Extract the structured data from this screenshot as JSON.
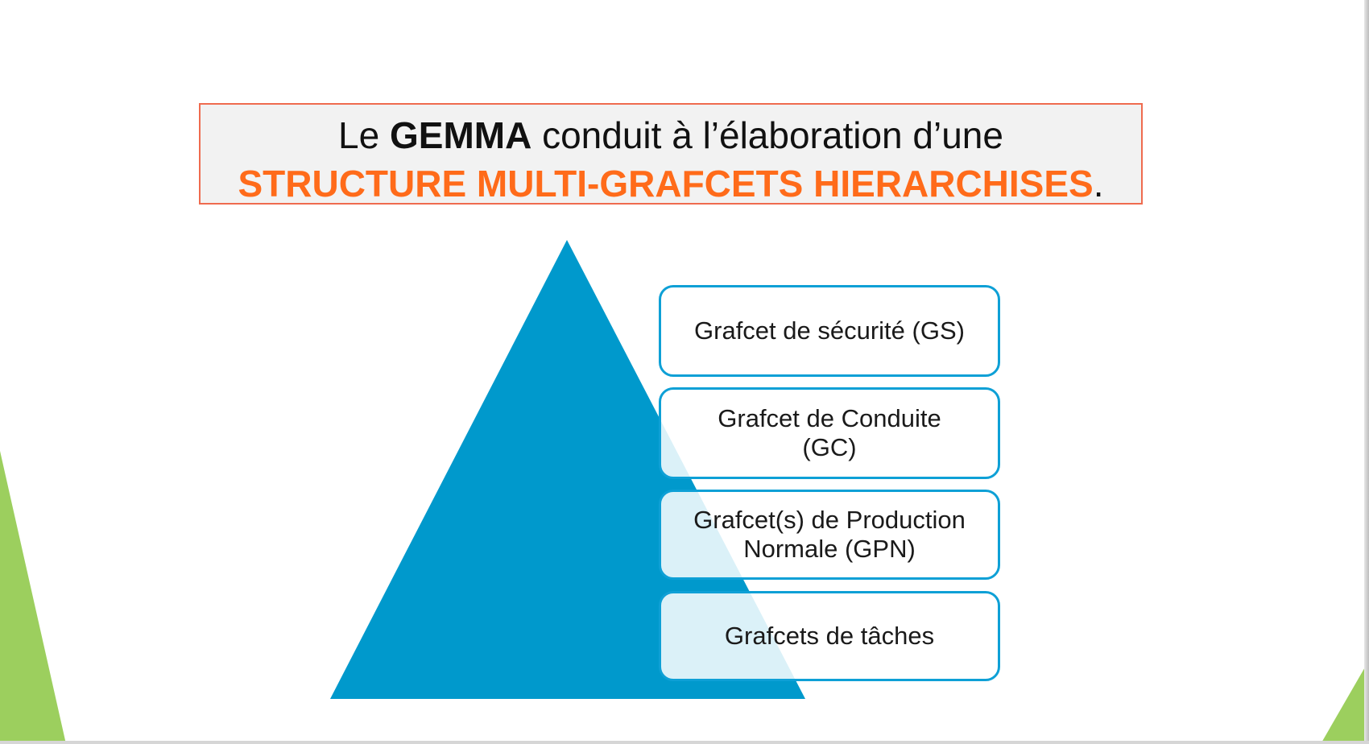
{
  "title": {
    "line1_pre": "Le ",
    "line1_bold": "GEMMA",
    "line1_post": " conduit à l’élaboration d’une",
    "line2_accent": "STRUCTURE MULTI-GRAFCETS HIERARCHISES",
    "line2_end": "."
  },
  "levels": [
    {
      "label": "Grafcet de sécurité (GS)"
    },
    {
      "label": "Grafcet de Conduite (GC)"
    },
    {
      "label": "Grafcet(s) de Production Normale (GPN)"
    },
    {
      "label": "Grafcets de tâches"
    }
  ],
  "colors": {
    "pyramid": "#0099cc",
    "box_border": "#0ea0d6",
    "title_accent": "#ff6b1a",
    "title_border": "#ef6b4f",
    "corner_green": "#9ccf5e"
  }
}
